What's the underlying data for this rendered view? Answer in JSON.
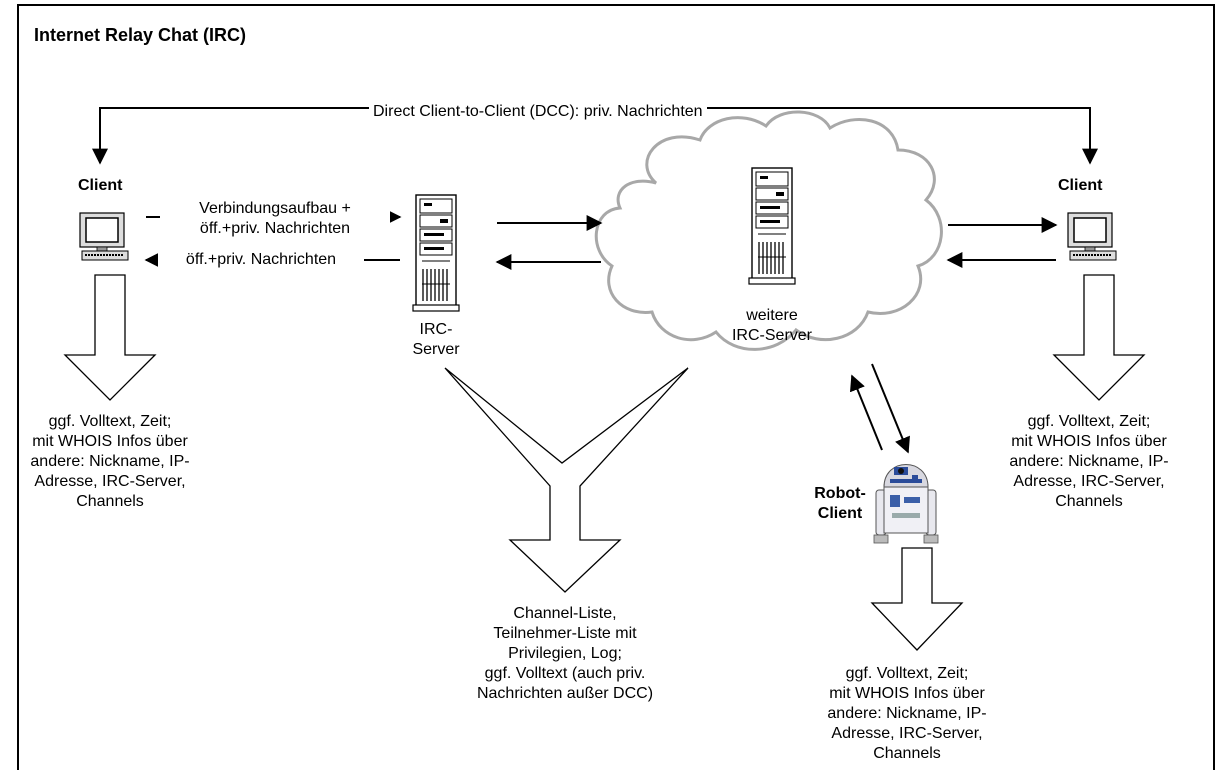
{
  "title": "Internet Relay Chat (IRC)",
  "dcc_label": "Direct Client-to-Client (DCC): priv. Nachrichten",
  "client_left_label": "Client",
  "client_right_label": "Client",
  "arrow_right_top": [
    "Verbindungsaufbau +",
    "öff.+priv. Nachrichten"
  ],
  "arrow_left_bottom": "öff.+priv. Nachrichten",
  "irc_server_label": [
    "IRC-",
    "Server"
  ],
  "cloud_label": [
    "weitere",
    "IRC-Server"
  ],
  "robot_label": [
    "Robot-",
    "Client"
  ],
  "client_info_lines": [
    "ggf. Volltext, Zeit;",
    "mit WHOIS Infos über",
    "andere: Nickname, IP-",
    "Adresse, IRC-Server,",
    "Channels"
  ],
  "server_info_lines": [
    "Channel-Liste,",
    "Teilnehmer-Liste mit",
    "Privilegien, Log;",
    "ggf. Volltext (auch priv.",
    "Nachrichten außer DCC)"
  ],
  "robot_info_lines": [
    "ggf. Volltext, Zeit;",
    "mit WHOIS Infos über",
    "andere: Nickname, IP-",
    "Adresse, IRC-Server,",
    "Channels"
  ],
  "icons": [
    "computer-icon",
    "server-tower-icon",
    "cloud-icon",
    "robot-icon"
  ]
}
